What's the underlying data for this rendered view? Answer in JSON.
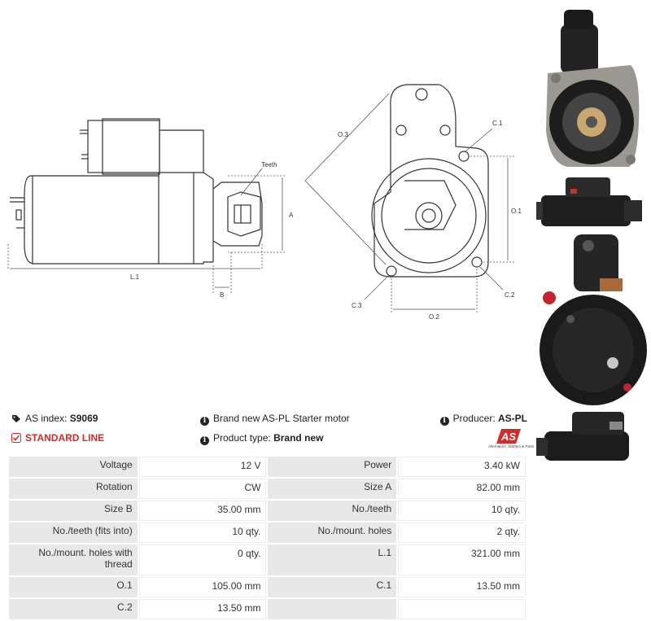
{
  "drawing_labels": {
    "teeth": "Teeth",
    "a": "A",
    "b": "B",
    "l1": "L.1",
    "o3": "O.3",
    "c1": "C.1",
    "o1": "O.1",
    "c2": "C.2",
    "c3": "C.3",
    "o2": "O.2"
  },
  "info": {
    "as_index_label": "AS index:",
    "as_index_value": "S9069",
    "description": "Brand new AS-PL Starter motor",
    "producer_label": "Producer:",
    "producer_value": "AS-PL",
    "standard_line": "STANDARD LINE",
    "product_type_label": "Product type:",
    "product_type_value": "Brand new",
    "logo_text": "AS",
    "logo_subtitle": "Alternators, Starters & Parts"
  },
  "specs": [
    {
      "l1": "Voltage",
      "v1": "12 V",
      "l2": "Power",
      "v2": "3.40 kW"
    },
    {
      "l1": "Rotation",
      "v1": "CW",
      "l2": "Size A",
      "v2": "82.00 mm"
    },
    {
      "l1": "Size B",
      "v1": "35.00 mm",
      "l2": "No./teeth",
      "v2": "10 qty."
    },
    {
      "l1": "No./teeth (fits into)",
      "v1": "10 qty.",
      "l2": "No./mount. holes",
      "v2": "2 qty."
    },
    {
      "l1": "No./mount. holes with thread",
      "v1": "0 qty.",
      "l2": "L.1",
      "v2": "321.00 mm"
    },
    {
      "l1": "O.1",
      "v1": "105.00 mm",
      "l2": "C.1",
      "v2": "13.50 mm"
    },
    {
      "l1": "C.2",
      "v1": "13.50 mm",
      "l2": "",
      "v2": ""
    }
  ]
}
